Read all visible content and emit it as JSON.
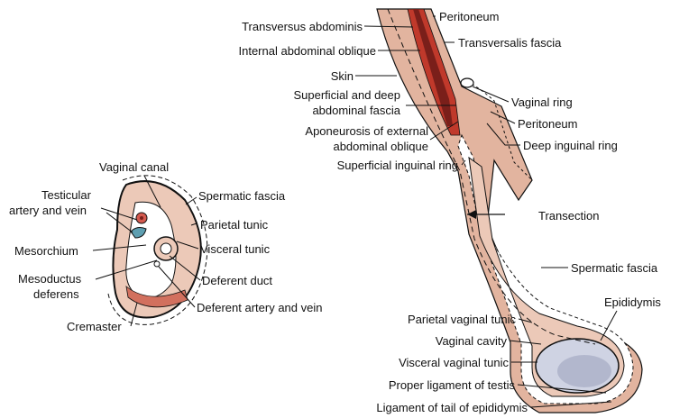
{
  "colors": {
    "skin": "#ecc9b8",
    "skin_dark": "#e2b49f",
    "muscle": "#c0392b",
    "muscle_dark": "#7a1f1a",
    "fascia": "#ffffff",
    "testis": "#cfd3e3",
    "testis_shade": "#9aa0bb",
    "cremaster": "#d2705e",
    "ink": "#111111"
  },
  "labels": {
    "transversus_abdominis": "Transversus abdominis",
    "internal_abdominal_oblique": "Internal abdominal oblique",
    "skin": "Skin",
    "superficial_deep_fascia_1": "Superficial and deep",
    "superficial_deep_fascia_2": "abdominal fascia",
    "aponeurosis_1": "Aponeurosis of external",
    "aponeurosis_2": "abdominal oblique",
    "superficial_inguinal_ring": "Superficial inguinal ring",
    "peritoneum_top": "Peritoneum",
    "transversalis_fascia": "Transversalis fascia",
    "vaginal_ring": "Vaginal ring",
    "peritoneum_mid": "Peritoneum",
    "deep_inguinal_ring": "Deep inguinal ring",
    "transection": "Transection",
    "spermatic_fascia_right": "Spermatic fascia",
    "epididymis": "Epididymis",
    "parietal_vaginal_tunic": "Parietal vaginal tunic",
    "vaginal_cavity": "Vaginal cavity",
    "visceral_vaginal_tunic": "Visceral vaginal tunic",
    "proper_ligament_testis": "Proper ligament of testis",
    "ligament_tail_epididymis": "Ligament of tail of epididymis",
    "vaginal_canal": "Vaginal canal",
    "testicular_artery_1": "Testicular",
    "testicular_artery_2": "artery and vein",
    "spermatic_fascia_left": "Spermatic fascia",
    "parietal_tunic": "Parietal tunic",
    "mesorchium": "Mesorchium",
    "visceral_tunic": "Visceral tunic",
    "mesoductus_1": "Mesoductus",
    "mesoductus_2": "deferens",
    "deferent_duct": "Deferent duct",
    "deferent_artery_vein": "Deferent artery and vein",
    "cremaster": "Cremaster"
  }
}
